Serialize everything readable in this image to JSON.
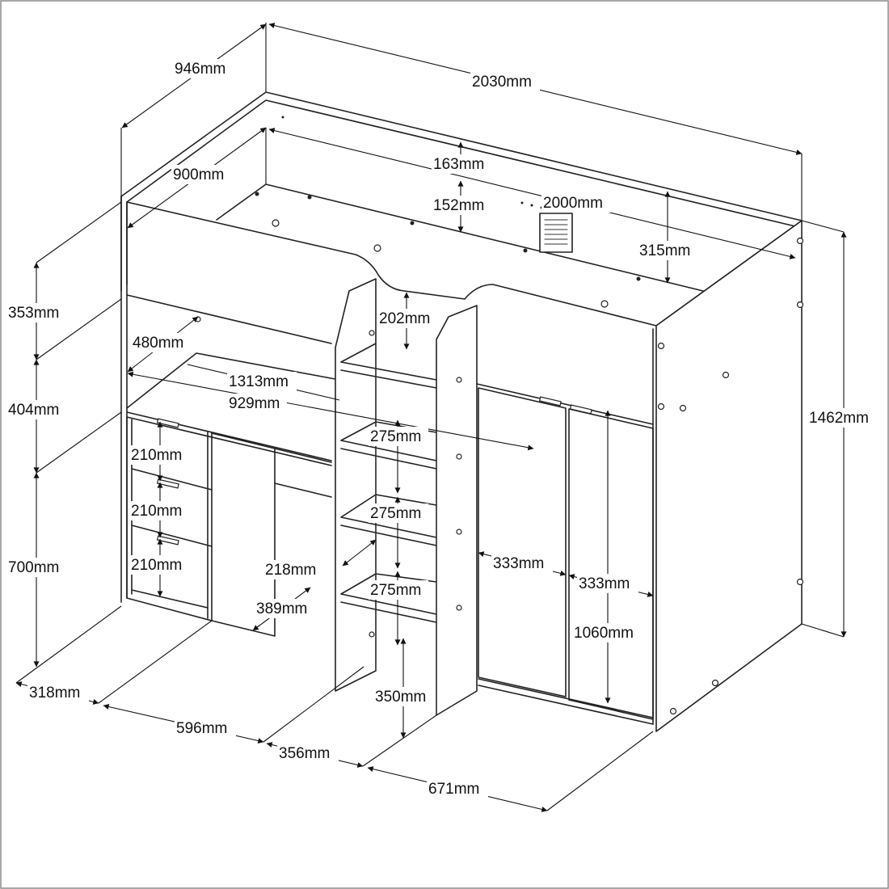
{
  "colors": {
    "line": "#222222",
    "background": "#ffffff",
    "frame": "#8a8a8a"
  },
  "dimensions": {
    "overall_depth": "946mm",
    "overall_length": "2030mm",
    "mattress_width": "900mm",
    "guard_height_top": "163mm",
    "guard_gap": "152mm",
    "mattress_length": "2000mm",
    "rail_height": "315mm",
    "upper_height": "353mm",
    "mid_height": "404mm",
    "lower_height": "700mm",
    "overall_height": "1462mm",
    "desk_depth": "480mm",
    "desk_length": "1313mm",
    "desk_inner_length": "929mm",
    "ladder_top_gap": "202mm",
    "step_gap_1": "275mm",
    "step_gap_2": "275mm",
    "step_gap_3": "275mm",
    "drawer_1": "210mm",
    "drawer_2": "210mm",
    "drawer_3": "210mm",
    "ladder_width": "218mm",
    "desk_opening": "389mm",
    "door_1_width": "333mm",
    "door_2_width": "333mm",
    "wardrobe_height": "1060mm",
    "ladder_bottom_gap": "350mm",
    "drawer_unit_depth": "318mm",
    "desk_front_width": "596mm",
    "ladder_depth": "356mm",
    "wardrobe_width": "671mm"
  }
}
